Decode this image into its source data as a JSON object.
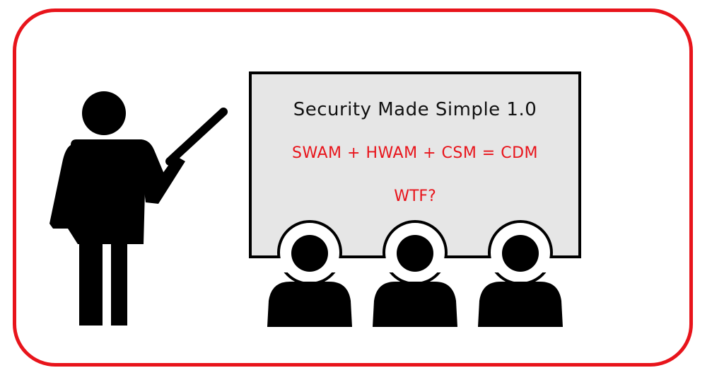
{
  "board": {
    "title": "Security Made Simple 1.0",
    "equation": "SWAM + HWAM + CSM = CDM",
    "question": "WTF?"
  },
  "colors": {
    "frame": "#e8141b",
    "board_fill": "#e6e6e6",
    "text_red": "#e8141b",
    "figure": "#000000"
  },
  "icons": [
    "presenter-icon",
    "pointer-stick-icon",
    "audience-member-icon"
  ]
}
